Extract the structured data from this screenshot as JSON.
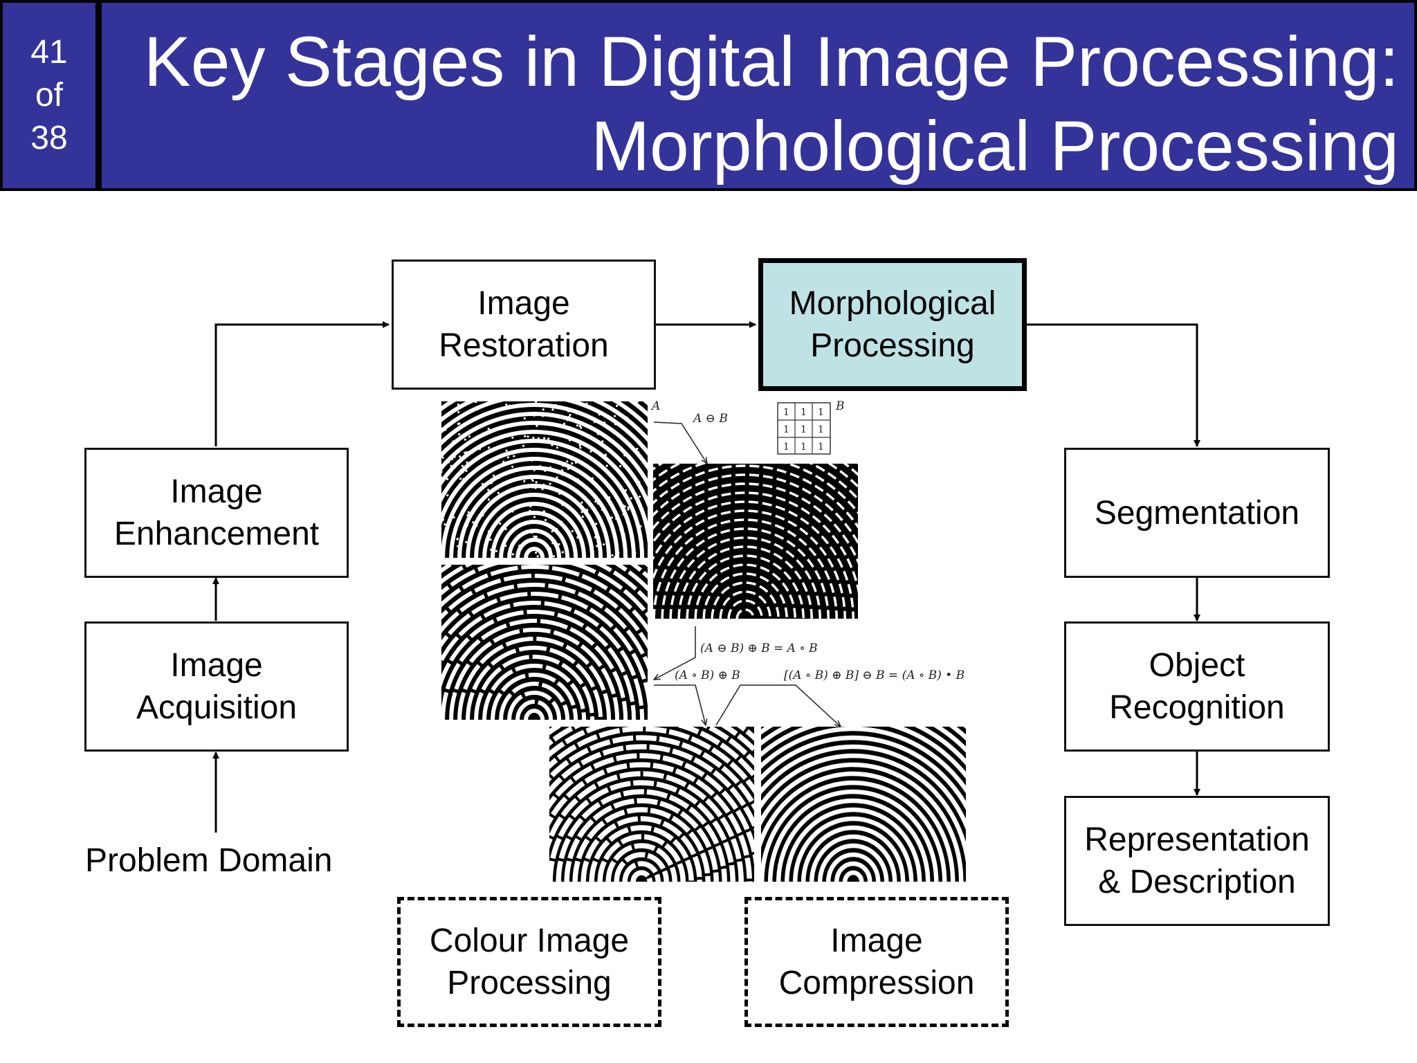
{
  "slide": {
    "page_current": "41",
    "page_of": "of",
    "page_total": "38",
    "title_line1": "Key Stages in Digital Image Processing:",
    "title_line2": "Morphological Processing"
  },
  "stages": {
    "restoration": [
      "Image",
      "Restoration"
    ],
    "morphological": [
      "Morphological",
      "Processing"
    ],
    "enhancement": [
      "Image",
      "Enhancement"
    ],
    "acquisition": [
      "Image",
      "Acquisition"
    ],
    "segmentation": [
      "Segmentation"
    ],
    "recognition": [
      "Object",
      "Recognition"
    ],
    "representation": [
      "Representation",
      "& Description"
    ],
    "colour": [
      "Colour Image",
      "Processing"
    ],
    "compression": [
      "Image",
      "Compression"
    ]
  },
  "problem_domain": "Problem Domain",
  "figure": {
    "label_a": "A",
    "label_b": "B",
    "erosion_label": "A ⊖ B",
    "opening_label": "(A ⊖ B) ⊕ B = A ∘ B",
    "opening_dilate_label": "(A ∘ B) ⊕ B",
    "closing_label": "[(A ∘ B) ⊕ B] ⊖ B = (A ∘ B) • B",
    "structuring_element": [
      [
        "1",
        "1",
        "1"
      ],
      [
        "1",
        "1",
        "1"
      ],
      [
        "1",
        "1",
        "1"
      ]
    ]
  },
  "colors": {
    "header_bg": "#33339a",
    "highlight_bg": "#bfe3e5",
    "image_bg": "#000000",
    "ridge": "#ffffff"
  }
}
